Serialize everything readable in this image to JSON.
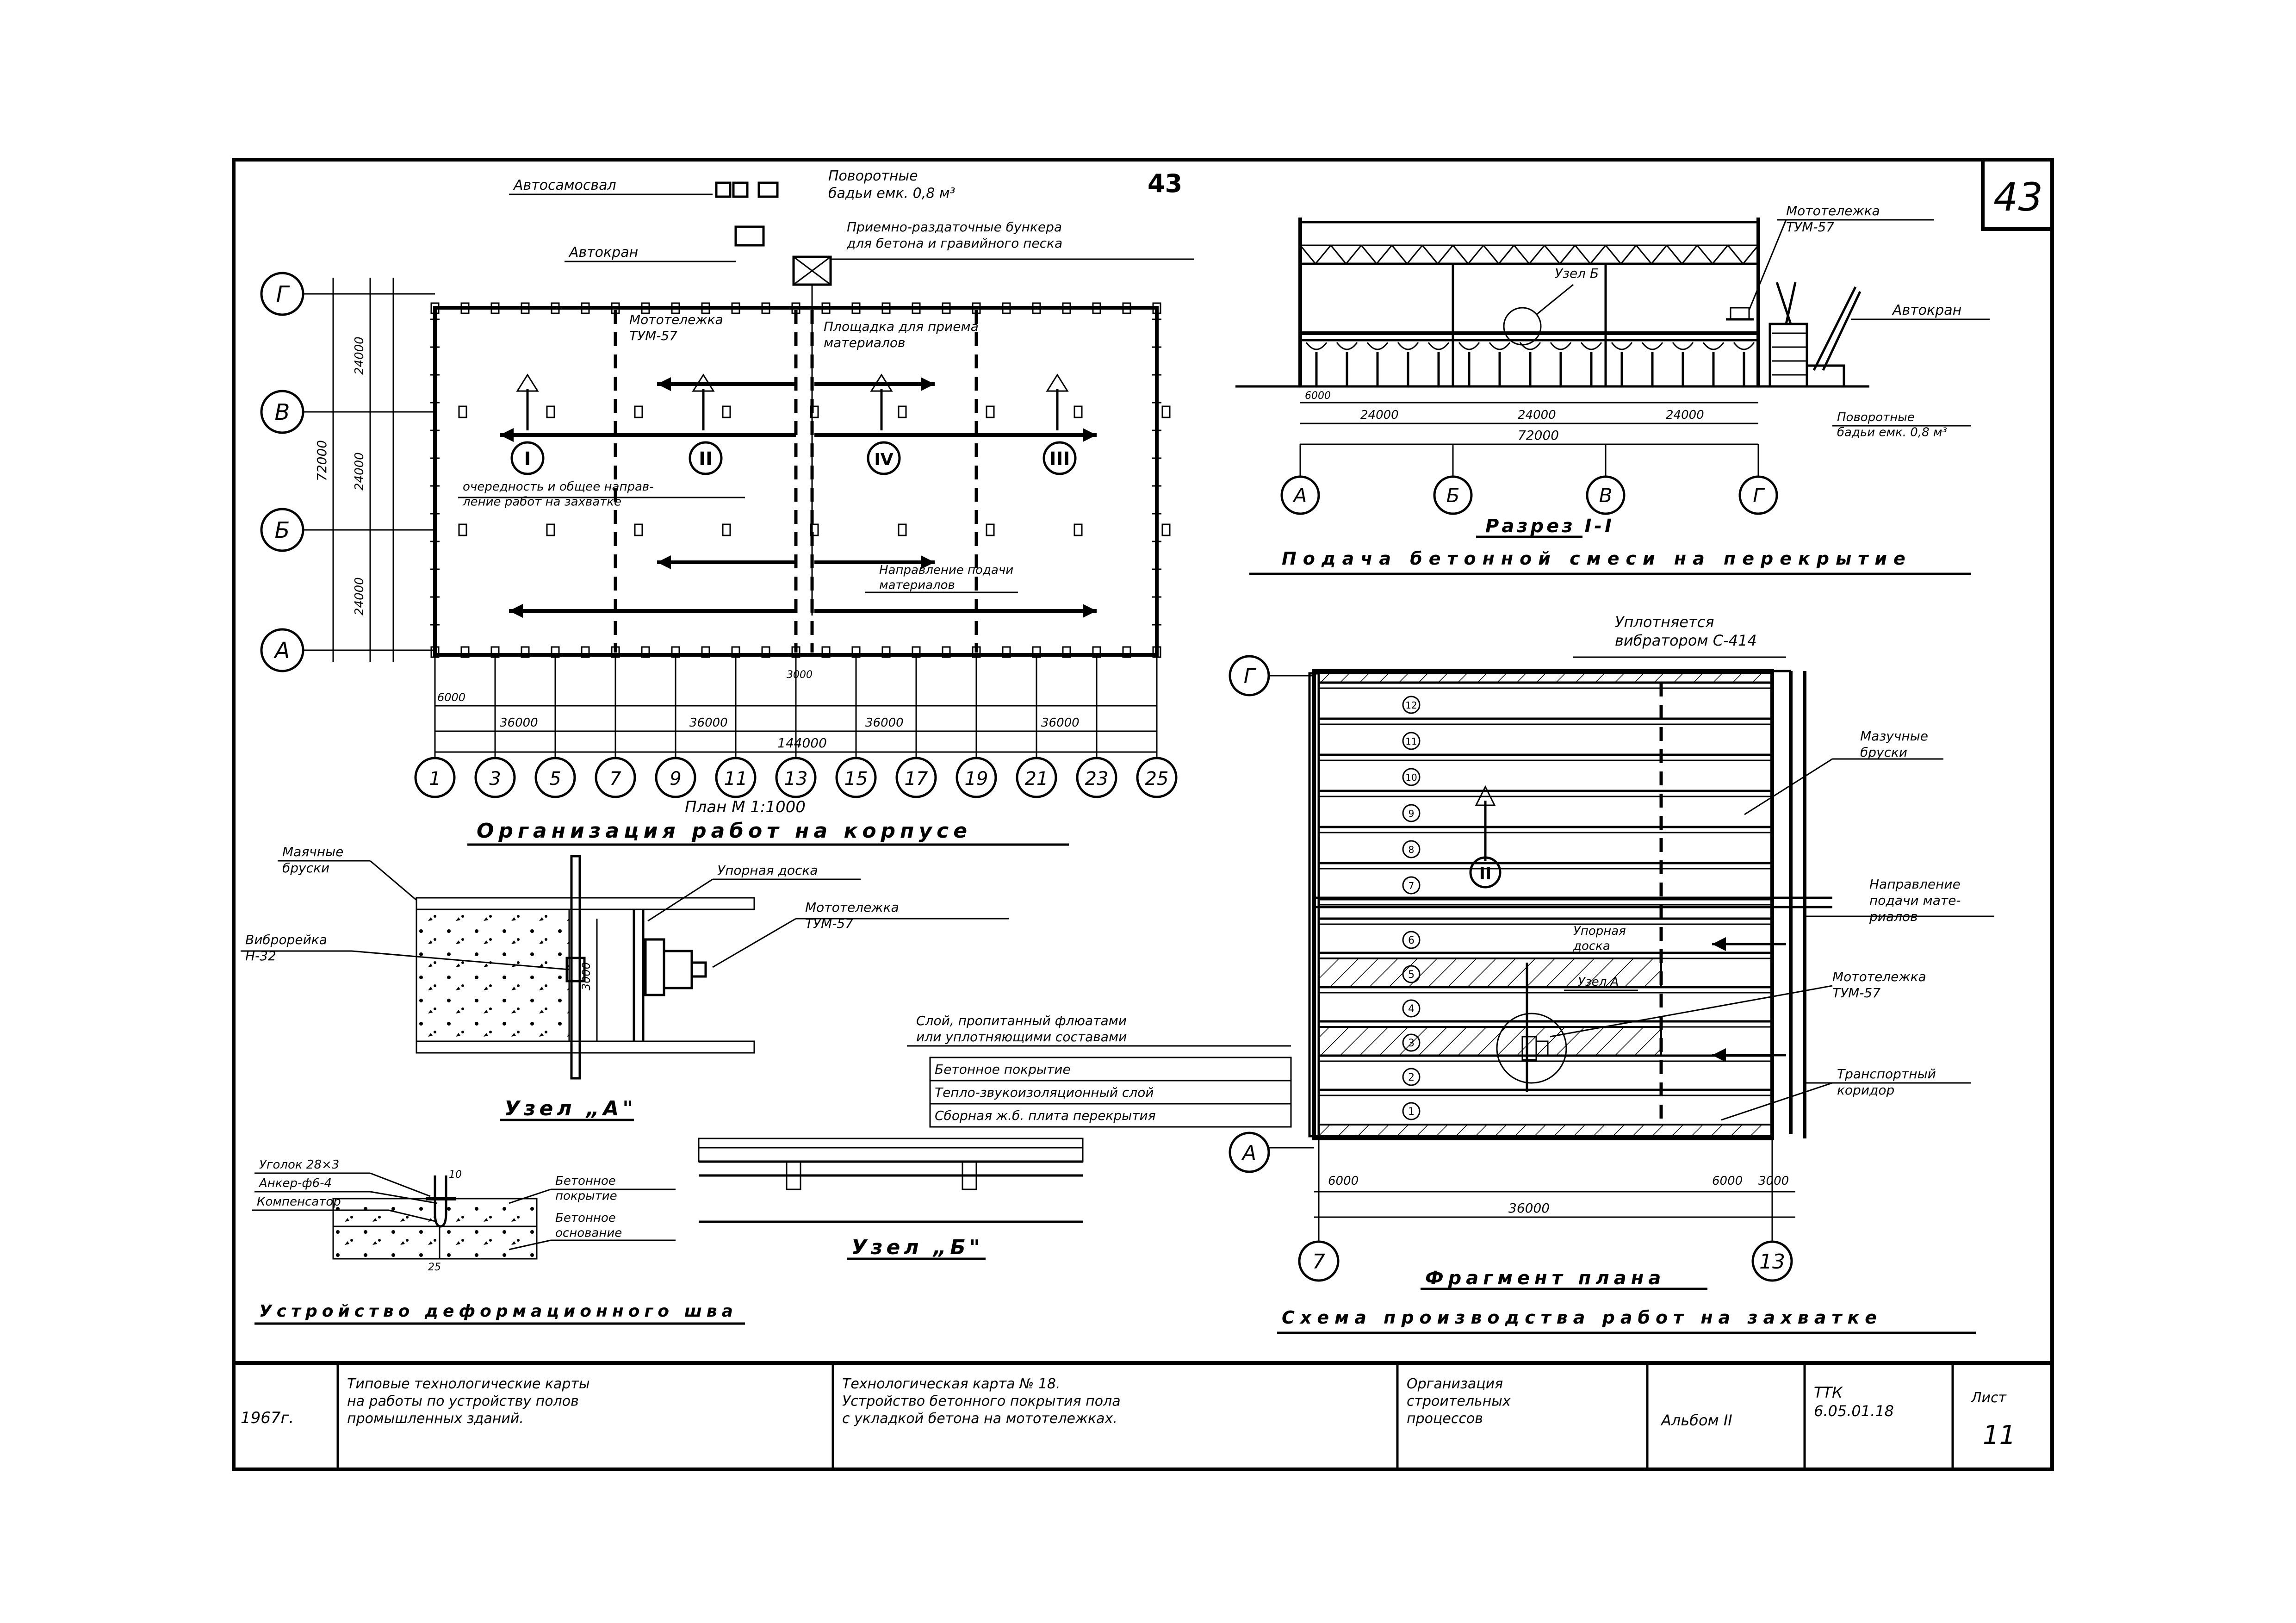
{
  "page_number": "43",
  "corner_number": "43",
  "plan": {
    "auto_truck": "Автосамосвал",
    "swing_buckets_top": "Поворотные\nбадьи емк. 0,8 м³",
    "crane": "Автокран",
    "hopper": "Приемно-раздаточные бункера\nдля бетона и гравийного песка",
    "cart": "Мототележка\nТУМ-57",
    "hoist": "Площадка для приема\nматериалов",
    "sequence": "очередность и общее направ-\nление работ на захватке",
    "supply_dir": "Направление подачи\nматериалов",
    "grips": [
      "I",
      "II",
      "IV",
      "III"
    ],
    "axes_rows": [
      "Г",
      "В",
      "Б",
      "А"
    ],
    "axes_cols": [
      "1",
      "3",
      "5",
      "7",
      "9",
      "11",
      "13",
      "15",
      "17",
      "19",
      "21",
      "23",
      "25"
    ],
    "dims_left": [
      "24000",
      "24000",
      "24000"
    ],
    "dim_left_total": "72000",
    "dims_bottom": [
      "36000",
      "36000",
      "36000",
      "36000"
    ],
    "dim_bottom_total": "144000",
    "dim_6000": "6000",
    "dim_3000": "3000",
    "scale": "План М 1:1000",
    "title": "Организация работ на корпусе"
  },
  "section": {
    "node_b": "Узел Б",
    "cart": "Мототележка\nТУМ-57",
    "crane": "Автокран",
    "buckets": "Поворотные\nбадьи емк. 0,8 м³",
    "dims": [
      "24000",
      "24000",
      "24000"
    ],
    "dim_total": "72000",
    "dim_6000": "6000",
    "axes": [
      "А",
      "Б",
      "В",
      "Г"
    ],
    "label": "Разрез I-I",
    "title": "Подача бетонной смеси на перекрытие"
  },
  "fragment": {
    "vibrator": "Уплотняется\nвибратором С-414",
    "beams": "Мазучные\nбруски",
    "direction": "Направление\nподачи мате-\nриалов",
    "cart": "Мототележка\nТУМ-57",
    "corridor": "Транспортный\nкоридор",
    "stop_board": "Упорная\nдоска",
    "node_a": "Узел А",
    "strips_top": [
      "12",
      "11",
      "10",
      "9",
      "8",
      "7"
    ],
    "strips_bottom": [
      "6",
      "5",
      "4",
      "3",
      "2",
      "1"
    ],
    "grip": "II",
    "dims": [
      "6000",
      "6000",
      "3000"
    ],
    "dim_total": "36000",
    "axis_row_top": "Г",
    "axis_row_bottom": "А",
    "axes_cols": [
      "7",
      "13"
    ],
    "label": "Фрагмент плана",
    "title": "Схема производства работ на захватке"
  },
  "node_a": {
    "beams": "Маячные\nбруски",
    "vibrorail": "Виброрейка\nН-32",
    "stop_board": "Упорная доска",
    "cart": "Мототележка\nТУМ-57",
    "dim": "3000",
    "label": "Узел „А\""
  },
  "node_b": {
    "layers": [
      "Слой, пропитанный флюатами\nили уплотняющими составами",
      "Бетонное покрытие",
      "Тепло-звукоизоляционный слой",
      "Сборная ж.б. плита перекрытия"
    ],
    "label": "Узел „Б\""
  },
  "joint": {
    "angle": "Уголок 28×3",
    "anchor": "Анкер-ф6-4",
    "compensator": "Компенсатор",
    "concrete": "Бетонное\nпокрытие",
    "base": "Бетонное\nоснование",
    "dim_small": "10",
    "dim_b": "25",
    "title": "Устройство деформационного шва"
  },
  "stamp": {
    "year": "1967г.",
    "series": "Типовые технологические карты\nна работы по устройству полов\nпромышленных зданий.",
    "card": "Технологическая карта № 18.\nУстройство бетонного покрытия пола\nс укладкой бетона на мототележках.",
    "section": "Организация\nстроительных\nпроцессов",
    "album": "Альбом II",
    "code": "ТТК\n6.05.01.18",
    "sheet_label": "Лист",
    "sheet": "11"
  }
}
